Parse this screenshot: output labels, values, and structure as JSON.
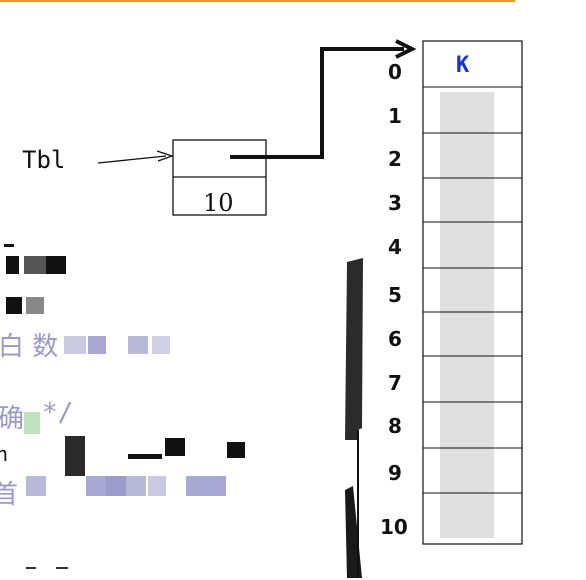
{
  "diagram": {
    "pointer_label": "Tbl",
    "size_value": "10",
    "table_head": "K",
    "indices": [
      "0",
      "1",
      "2",
      "3",
      "4",
      "5",
      "6",
      "7",
      "8",
      "9",
      "10"
    ],
    "colors": {
      "top_rule": "#e2953a",
      "line": "#111111",
      "cell_fill": "#e0e0e0",
      "head_text": "#1a33cc",
      "code_text": "#9a9ac6"
    }
  },
  "code_fragments": {
    "line1": "白 数",
    "line2": "确",
    "line2_comment": "*/",
    "line3": "n",
    "line4": "首"
  }
}
